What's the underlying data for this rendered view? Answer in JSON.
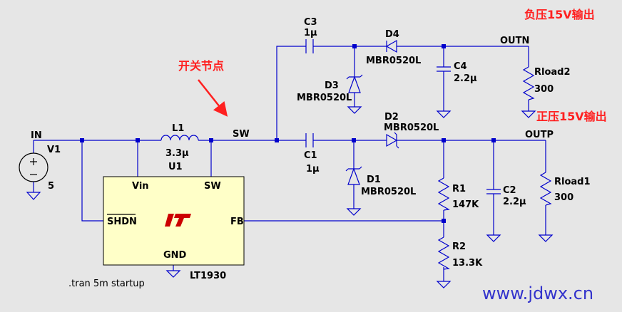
{
  "colors": {
    "wire": "#0000cc",
    "chip": "#ffffc8",
    "annotation": "#ff2020",
    "watermark": "#3333cc",
    "background": "#e6e6e6"
  },
  "nets": {
    "in": "IN",
    "sw": "SW",
    "outp": "OUTP",
    "outn": "OUTN"
  },
  "components": {
    "v1": {
      "name": "V1",
      "value": "5"
    },
    "l1": {
      "name": "L1",
      "value": "3.3µ"
    },
    "c1": {
      "name": "C1",
      "value": "1µ"
    },
    "c2": {
      "name": "C2",
      "value": "2.2µ"
    },
    "c3": {
      "name": "C3",
      "value": "1µ"
    },
    "c4": {
      "name": "C4",
      "value": "2.2µ"
    },
    "d1": {
      "name": "D1",
      "value": "MBR0520L"
    },
    "d2": {
      "name": "D2",
      "value": "MBR0520L"
    },
    "d3": {
      "name": "D3",
      "value": "MBR0520L"
    },
    "d4": {
      "name": "D4",
      "value": "MBR0520L"
    },
    "r1": {
      "name": "R1",
      "value": "147K"
    },
    "r2": {
      "name": "R2",
      "value": "13.3K"
    },
    "rload1": {
      "name": "Rload1",
      "value": "300"
    },
    "rload2": {
      "name": "Rload2",
      "value": "300"
    }
  },
  "chip": {
    "name": "U1",
    "part": "LT1930",
    "pins": {
      "vin": "Vin",
      "sw": "SW",
      "shdn": "SHDN",
      "fb": "FB",
      "gnd": "GND"
    }
  },
  "directive": ".tran 5m startup",
  "annotations": {
    "switch_node": "开关节点",
    "neg_output": "负压15V输出",
    "pos_output": "正压15V输出"
  },
  "watermark": "www.jdwx.cn"
}
